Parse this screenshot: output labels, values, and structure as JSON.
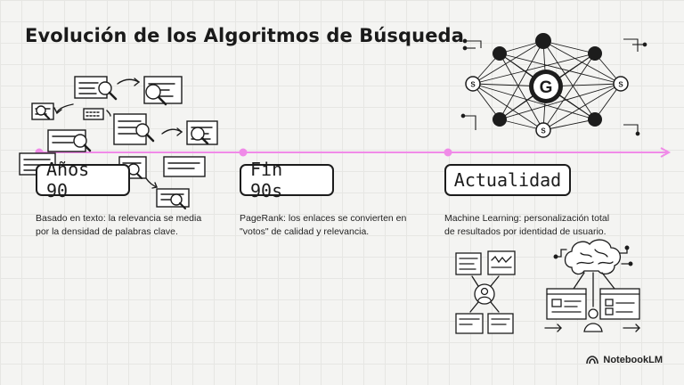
{
  "title": "Evolución de los Algoritmos de Búsqueda",
  "timeline": {
    "accent_color": "#f08be8",
    "eras": [
      {
        "label": "Años 90",
        "description_lines": [
          "Basado en texto: la relevancia se media",
          "por la densidad de palabras clave."
        ]
      },
      {
        "label": "Fin 90s",
        "description_lines": [
          "PageRank: los enlaces se convierten en",
          "\"votos\" de calidad y relevancia."
        ]
      },
      {
        "label": "Actualidad",
        "description_lines": [
          "Machine Learning: personalización total",
          "de resultados por identidad de usuario."
        ]
      }
    ]
  },
  "network": {
    "center_letter": "G",
    "node_letter": "S"
  },
  "brand": {
    "name": "NotebookLM",
    "icon": "notebooklm-logo-icon"
  }
}
